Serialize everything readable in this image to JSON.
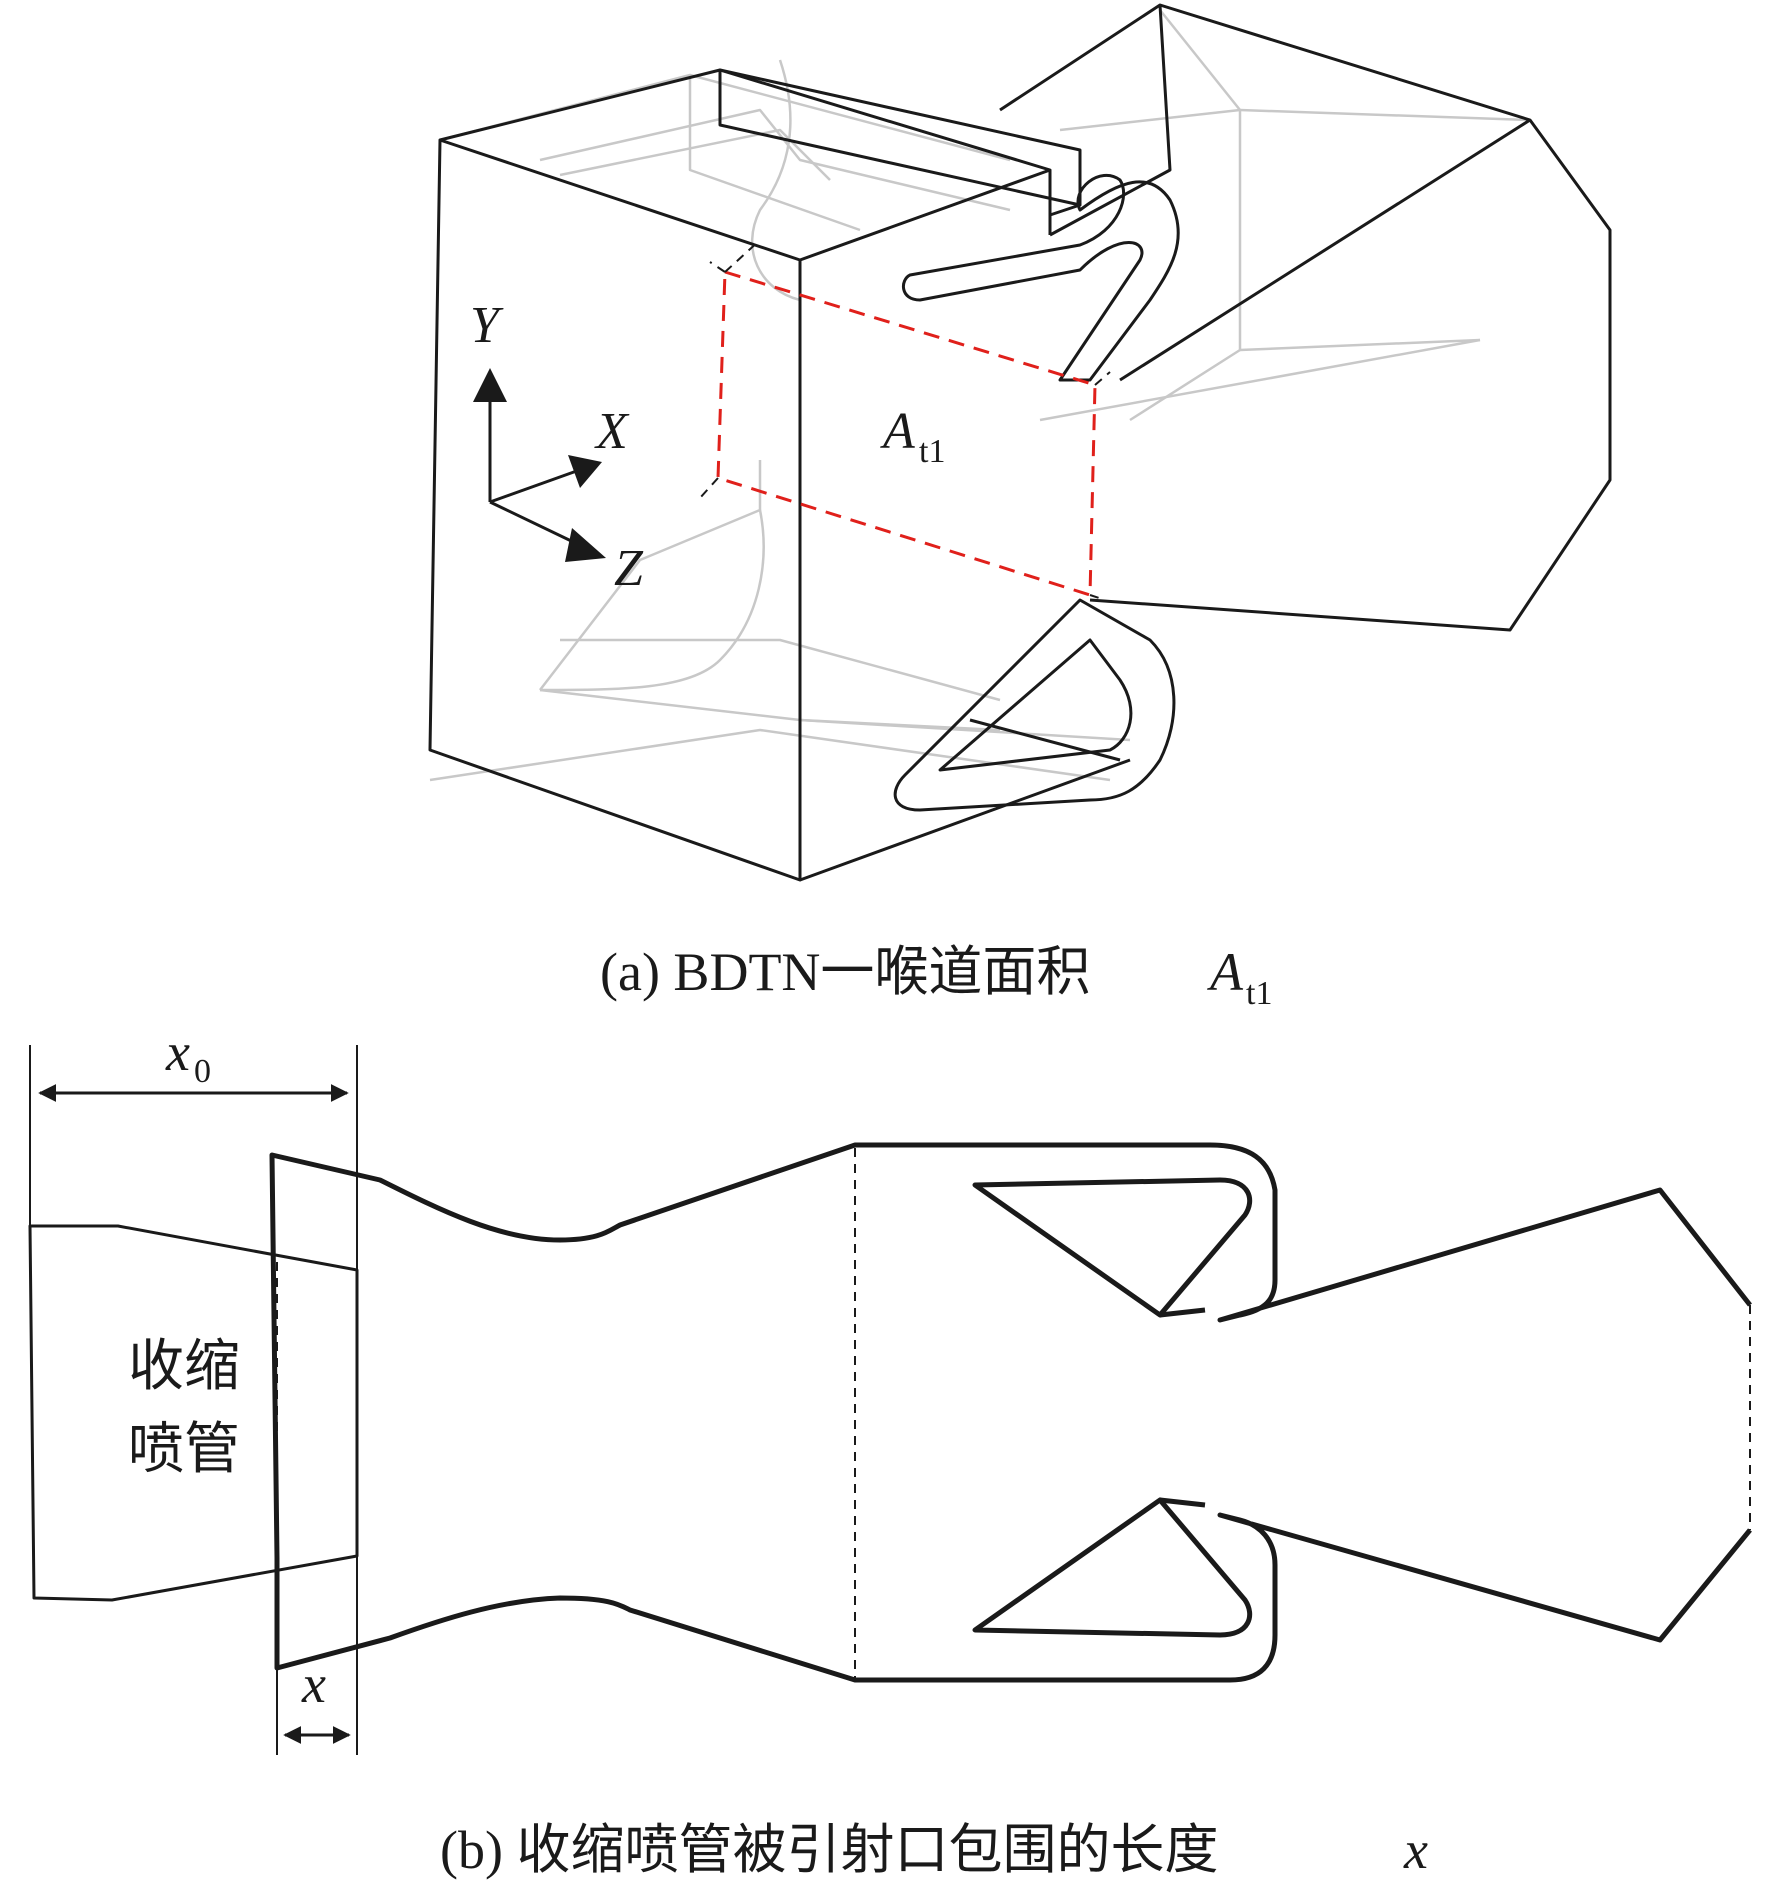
{
  "panel_a": {
    "caption": "(a) BDTN一喉道面积",
    "caption_symbol": "A",
    "caption_subscript": "t1",
    "area_symbol": "A",
    "area_subscript": "t1",
    "axis_y": "Y",
    "axis_x": "X",
    "axis_z": "Z"
  },
  "panel_b": {
    "caption": "(b) 收缩喷管被引射口包围的长度",
    "caption_var": "x",
    "dim_x0_symbol": "x",
    "dim_x0_subscript": "0",
    "dim_x": "x",
    "label_line1": "收缩",
    "label_line2": "喷管"
  },
  "colors": {
    "line": "#1a1a1a",
    "ghost_line": "#c8c8c8",
    "throat_dash": "#e0201b"
  }
}
